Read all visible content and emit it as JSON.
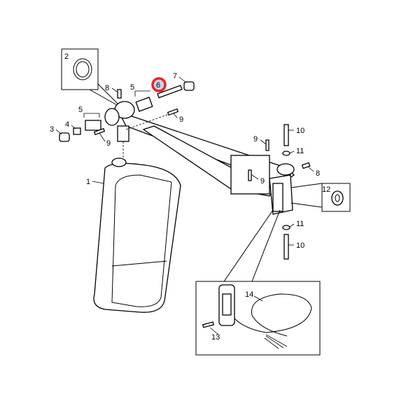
{
  "diagram": {
    "callouts": {
      "mirror_head": "1",
      "o_ring": "2",
      "cap": "3",
      "nut": "4",
      "spring_left": "5",
      "spring_right": "5",
      "bolt_highlighted": "6",
      "cap_right": "7",
      "set_screw_top": "8",
      "screw_left": "9",
      "screw_arm": "9",
      "screw_bracket_top": "9",
      "screw_bracket_mid": "9",
      "bolt_top": "10",
      "bolt_bottom": "10",
      "washer_top": "11",
      "washer_bottom": "11",
      "set_screw_bracket": "8",
      "washer_inset": "12",
      "lamp_screw": "13",
      "lamp_cable": "14"
    },
    "highlight_color": "#e8232a",
    "highlight_fill": "#c8d3e3"
  }
}
